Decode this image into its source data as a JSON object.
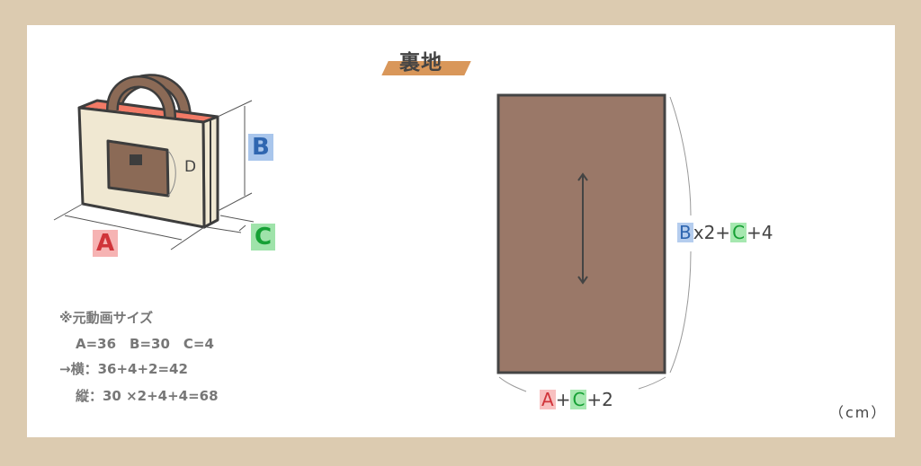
{
  "title": "裏地",
  "bag_labels": {
    "a": "A",
    "b": "B",
    "c": "C",
    "d": "D"
  },
  "note": {
    "heading": "※元動画サイズ",
    "sizes": "A=36　B=30　C=4",
    "width_line": "→横：36+4+2=42",
    "height_line": "縦：30 ×2+4+4=68"
  },
  "height_formula": {
    "b": "B",
    "times": "x2+",
    "c": "C",
    "rest": "+4"
  },
  "width_formula": {
    "a": "A",
    "plus": "+",
    "c": "C",
    "rest": "+2"
  },
  "unit": "（cm）",
  "colors": {
    "lining": "#9a7868",
    "bag_body": "#f0e8d2",
    "bag_inner": "#f27a66",
    "handle": "#8b6a56",
    "accent": "#d9975a",
    "background": "#dccbb0"
  }
}
